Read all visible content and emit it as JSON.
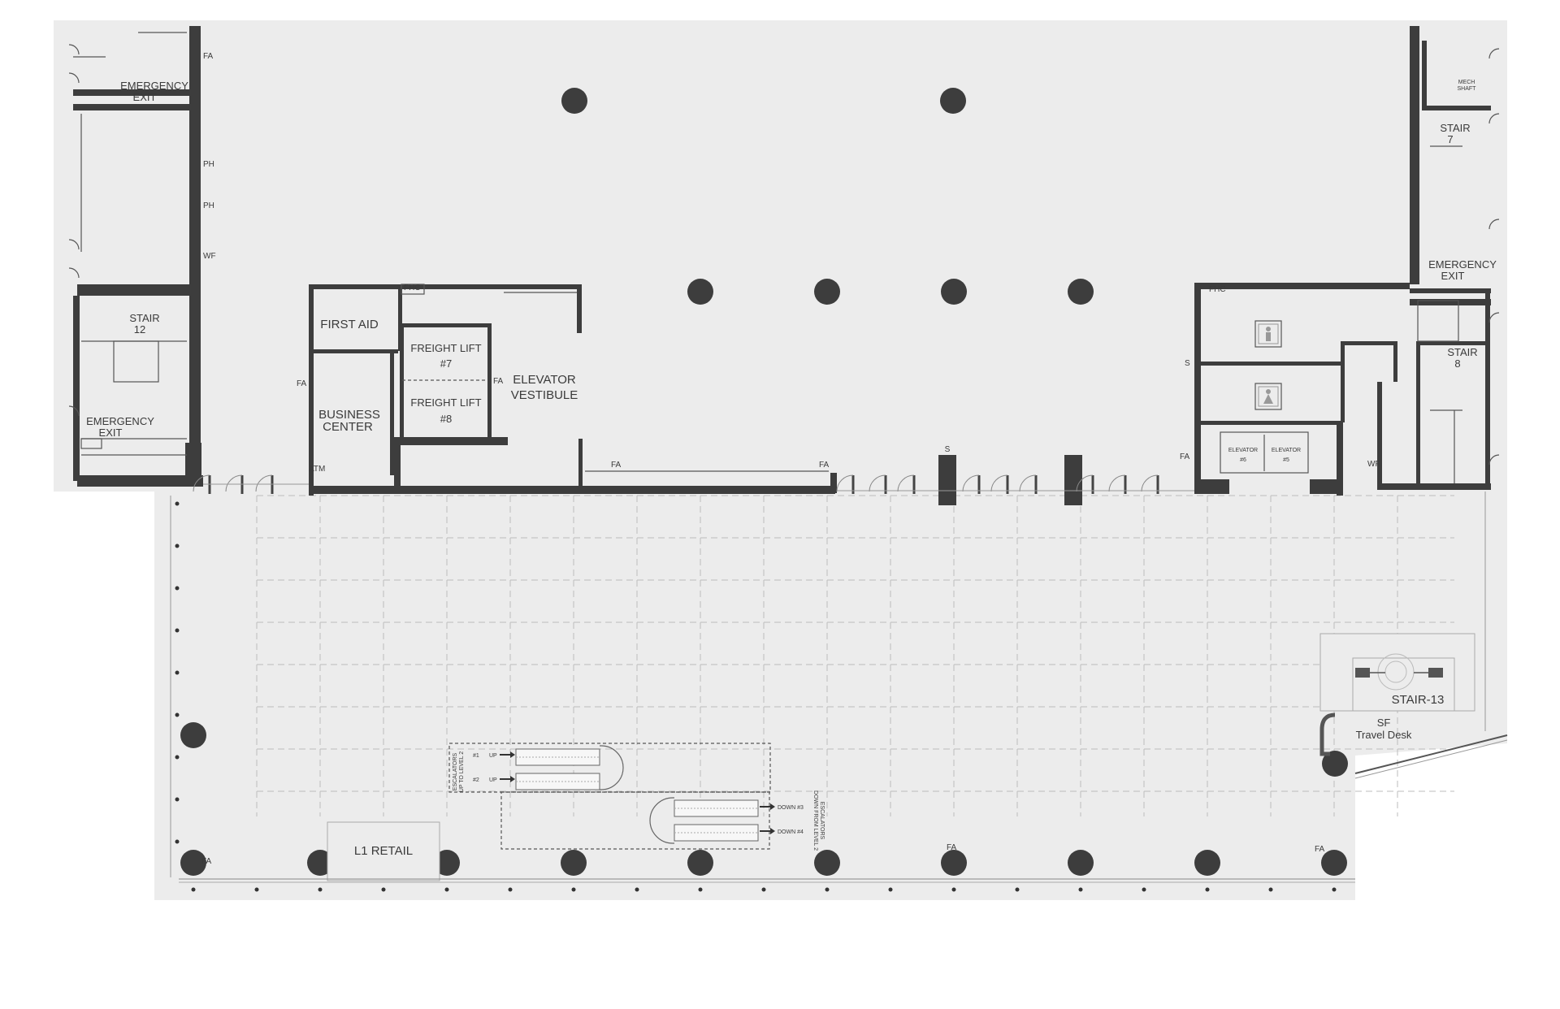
{
  "floor": {
    "colors": {
      "floor": "#ececec",
      "wall": "#3d3d3d",
      "grid": "#bdbdbd",
      "column": "#3d3d3d"
    }
  },
  "rooms": {
    "emergency_exit_nw": [
      "EMERGENCY",
      "EXIT"
    ],
    "stair_12": [
      "STAIR",
      "12"
    ],
    "emergency_exit_sw": [
      "EMERGENCY",
      "EXIT"
    ],
    "first_aid": "FIRST AID",
    "business_center": [
      "BUSINESS",
      "CENTER"
    ],
    "freight_lift_7": [
      "FREIGHT LIFT",
      "#7"
    ],
    "freight_lift_8": [
      "FREIGHT LIFT",
      "#8"
    ],
    "elevator_vestibule": [
      "ELEVATOR",
      "VESTIBULE"
    ],
    "mech_shaft": [
      "MECH",
      "SHAFT"
    ],
    "stair_7": [
      "STAIR",
      "7"
    ],
    "emergency_exit_ne": [
      "EMERGENCY",
      "EXIT"
    ],
    "stair_8": [
      "STAIR",
      "8"
    ],
    "elevator_6": [
      "ELEVATOR",
      "#6"
    ],
    "elevator_5": [
      "ELEVATOR",
      "#5"
    ],
    "stair_13": "STAIR-13",
    "travel_desk": [
      "SF",
      "Travel Desk"
    ],
    "l1_retail": "L1 RETAIL"
  },
  "markers": {
    "fa": "FA",
    "ph": "PH",
    "wf": "WF",
    "fhc": "FHC",
    "atm": "ATM",
    "s": "S"
  },
  "escalators": {
    "up_side_label": [
      "ESCALATORS",
      "UP TO LEVEL 2"
    ],
    "down_side_label": [
      "ESCALATORS",
      "DOWN FROM LEVEL 2"
    ],
    "up_1": "#1",
    "up_2": "#2",
    "up": "UP",
    "down_3": "DOWN #3",
    "down_4": "DOWN #4"
  },
  "icons": {
    "restroom_men": "men-restroom-icon",
    "restroom_women": "women-restroom-icon",
    "column": "column-icon",
    "arrow": "arrow-right-icon"
  }
}
